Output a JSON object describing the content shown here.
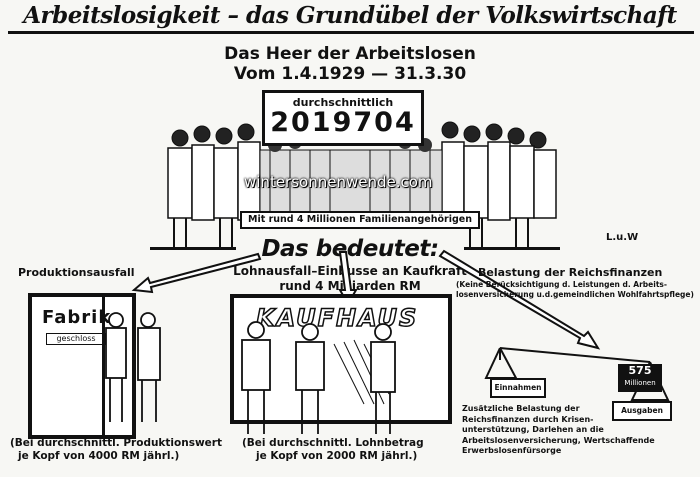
{
  "title": "Arbeitslosigkeit – das Grundübel der Volkswirtschaft",
  "subtitle_line1": "Das Heer der Arbeitslosen",
  "subtitle_line2": "Vom 1.4.1929 — 31.3.30",
  "average_label": "durchschnittlich",
  "average_value": "2019704",
  "family_banner": "Mit rund 4 Millionen Familienangehörigen",
  "artist_mark": "L.u.W",
  "watermark": "wintersonnenwende.com",
  "meaning_heading": "Das bedeutet:",
  "wage_loss_line1": "Lohnausfall–Einbusse an Kaufkraft",
  "wage_loss_line2": "rund 4 Milliarden RM",
  "left_heading": "Produktionsausfall",
  "factory_sign": "Fabrik",
  "closed_sign": "geschloss",
  "left_caption_line1": "(Bei durchschnittl. Produktionswert",
  "left_caption_line2": "je Kopf von 4000 RM jährl.)",
  "store_sign": "KAUFHAUS",
  "middle_caption_line1": "(Bei durchschnittl. Lohnbetrag",
  "middle_caption_line2": "je Kopf von 2000 RM jährl.)",
  "right_heading": "Belastung der Reichsfinanzen",
  "right_subheading_line1": "(Keine Berücksichtigung d. Leistungen d. Arbeits-",
  "right_subheading_line2": "losenversicherung u.d.gemeindlichen Wohlfahrtspflege)",
  "scale_left_label": "Einnahmen",
  "scale_weight_value": "575",
  "scale_weight_unit": "Millionen",
  "scale_right_label": "Ausgaben",
  "right_caption": [
    "Zusätzliche Belastung der",
    "Reichsfinanzen durch Krisen-",
    "unterstützung, Darlehen an die",
    "Arbeitslosenversicherung, Wertschaffende",
    "Erwerbslosenfürsorge"
  ]
}
